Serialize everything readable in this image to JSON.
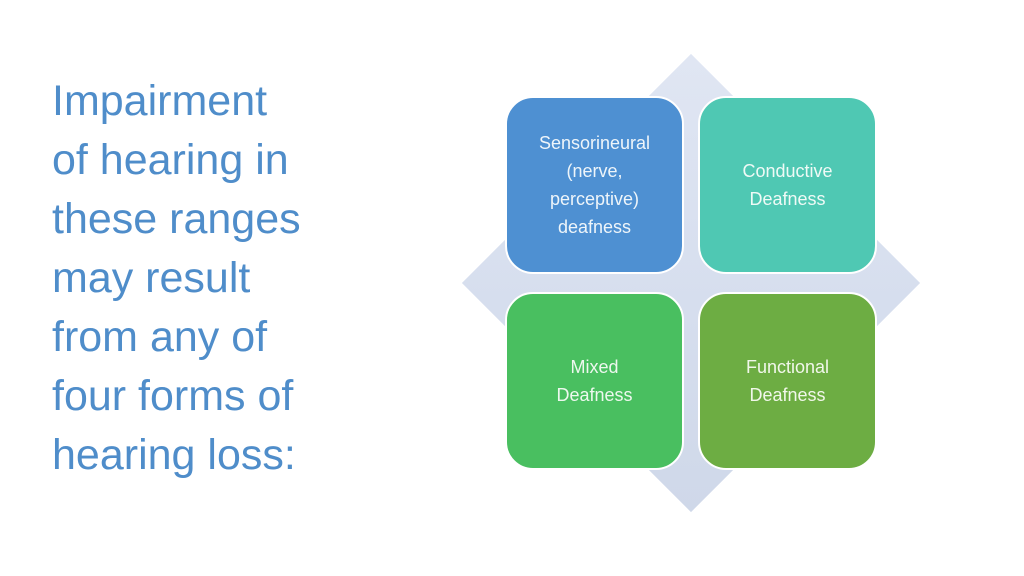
{
  "slide": {
    "title": {
      "lines": [
        "Impairment",
        "of hearing in",
        "these ranges",
        "may result",
        "from any of",
        "four forms of",
        "hearing loss:"
      ],
      "color": "#4f8dca"
    },
    "diagram": {
      "diamond_color": "#d7dfee",
      "boxes": [
        {
          "id": "sensorineural-deafness",
          "lines": [
            "Sensorineural",
            "(nerve,",
            "perceptive)",
            "deafness"
          ],
          "color": "#4e90d2",
          "text_color": "#eef5fa"
        },
        {
          "id": "conductive-deafness",
          "lines": [
            "Conductive",
            "Deafness"
          ],
          "color": "#4fc8b3",
          "text_color": "#effaf6"
        },
        {
          "id": "mixed-deafness",
          "lines": [
            "Mixed",
            "Deafness"
          ],
          "color": "#49bf60",
          "text_color": "#edf8ee"
        },
        {
          "id": "functional-deafness",
          "lines": [
            "Functional",
            "Deafness"
          ],
          "color": "#6dad43",
          "text_color": "#f1f7ea"
        }
      ]
    }
  }
}
